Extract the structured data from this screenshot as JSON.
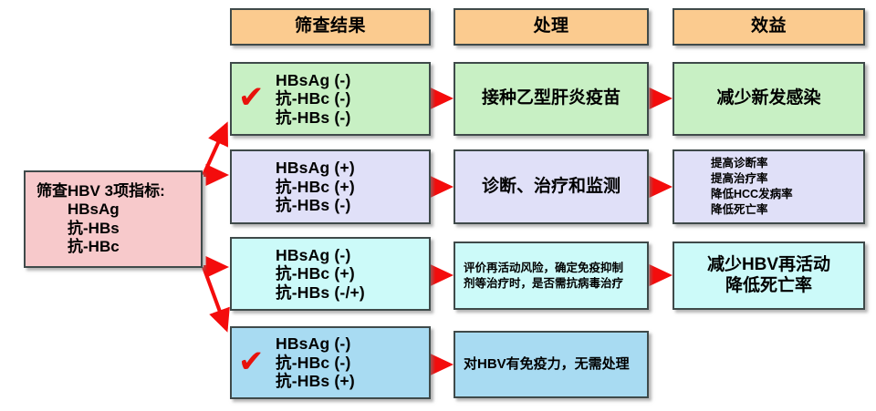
{
  "colors": {
    "header_fill": "#fbcb8f",
    "green_fill": "#c8f0c4",
    "lavender_fill": "#e0e0f8",
    "cyan_fill": "#ccfaf9",
    "blue_fill": "#a8dbf2",
    "pink_fill": "#f7c9cb",
    "border": "#3f4a4a",
    "arrow": "#f40c0c",
    "check": "#e8120c",
    "text": "#000000"
  },
  "headers": [
    {
      "label": "筛查结果"
    },
    {
      "label": "处理"
    },
    {
      "label": "效益"
    }
  ],
  "source": {
    "title": "筛查HBV 3项指标:",
    "items": [
      "HBsAg",
      "抗-HBs",
      "抗-HBc"
    ]
  },
  "rows": [
    {
      "result": {
        "lines": [
          "HBsAg (-)",
          "抗-HBc (-)",
          "抗-HBs (-)"
        ],
        "check": true
      },
      "process": {
        "lines": [
          "接种乙型肝炎疫苗"
        ]
      },
      "benefit": {
        "lines": [
          "减少新发感染"
        ]
      }
    },
    {
      "result": {
        "lines": [
          "HBsAg (+)",
          "抗-HBc (+)",
          "抗-HBs (-)"
        ],
        "check": false
      },
      "process": {
        "lines": [
          "诊断、治疗和监测"
        ]
      },
      "benefit": {
        "lines": [
          "提高诊断率",
          "提高治疗率",
          "降低HCC发病率",
          "降低死亡率"
        ]
      }
    },
    {
      "result": {
        "lines": [
          "HBsAg (-)",
          "抗-HBc (+)",
          "抗-HBs (-/+)"
        ],
        "check": false
      },
      "process": {
        "lines": [
          "评价再活动风险，确定免疫抑制",
          "剂等治疗时，是否需抗病毒治疗"
        ]
      },
      "benefit": {
        "lines": [
          "减少HBV再活动",
          "降低死亡率"
        ]
      }
    },
    {
      "result": {
        "lines": [
          "HBsAg (-)",
          "抗-HBc (-)",
          "抗-HBs (+)"
        ],
        "check": true
      },
      "process": {
        "lines": [
          "对HBV有免疫力，无需处理"
        ]
      },
      "benefit": {
        "lines": []
      }
    }
  ],
  "check_glyph": "✔"
}
